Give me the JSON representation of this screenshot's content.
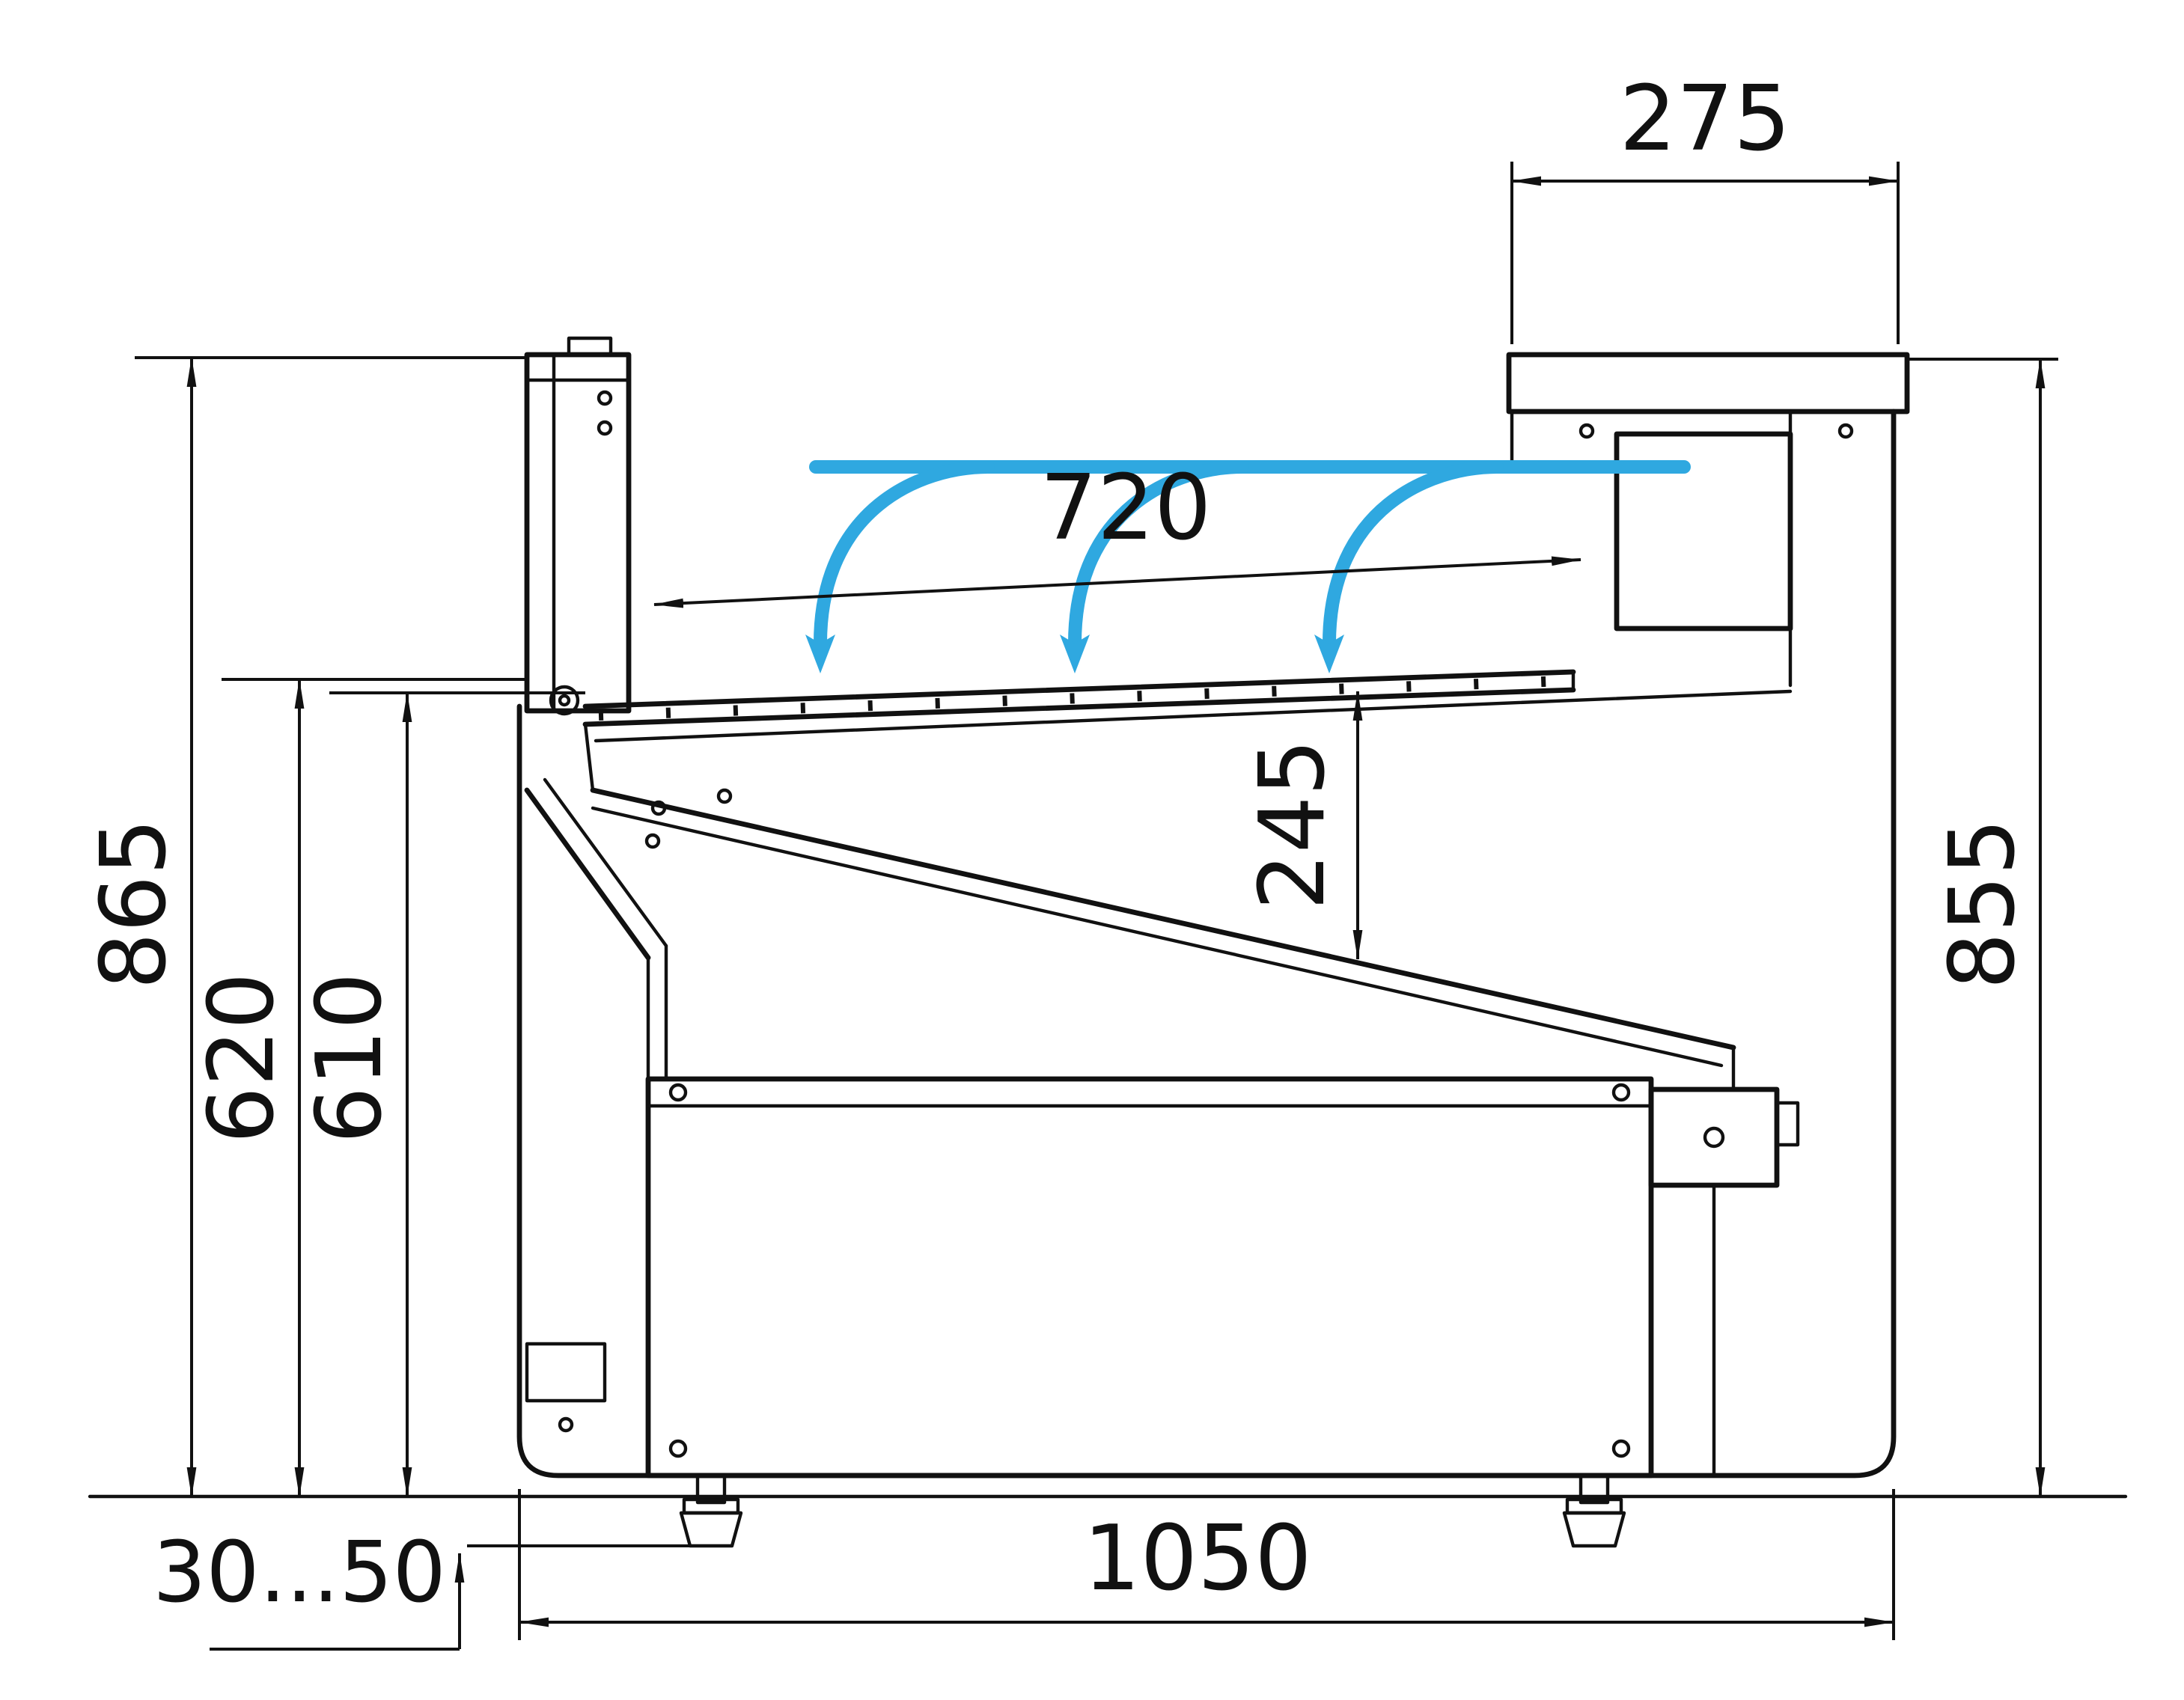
{
  "diagram": {
    "colors": {
      "line": "#111111",
      "airflow": "#2FA8E0",
      "background": "#ffffff"
    },
    "dims": {
      "d275": "275",
      "d720": "720",
      "d245": "245",
      "d865": "865",
      "d620": "620",
      "d610": "610",
      "d855": "855",
      "d30_50": "30...50",
      "d1050": "1050"
    }
  }
}
